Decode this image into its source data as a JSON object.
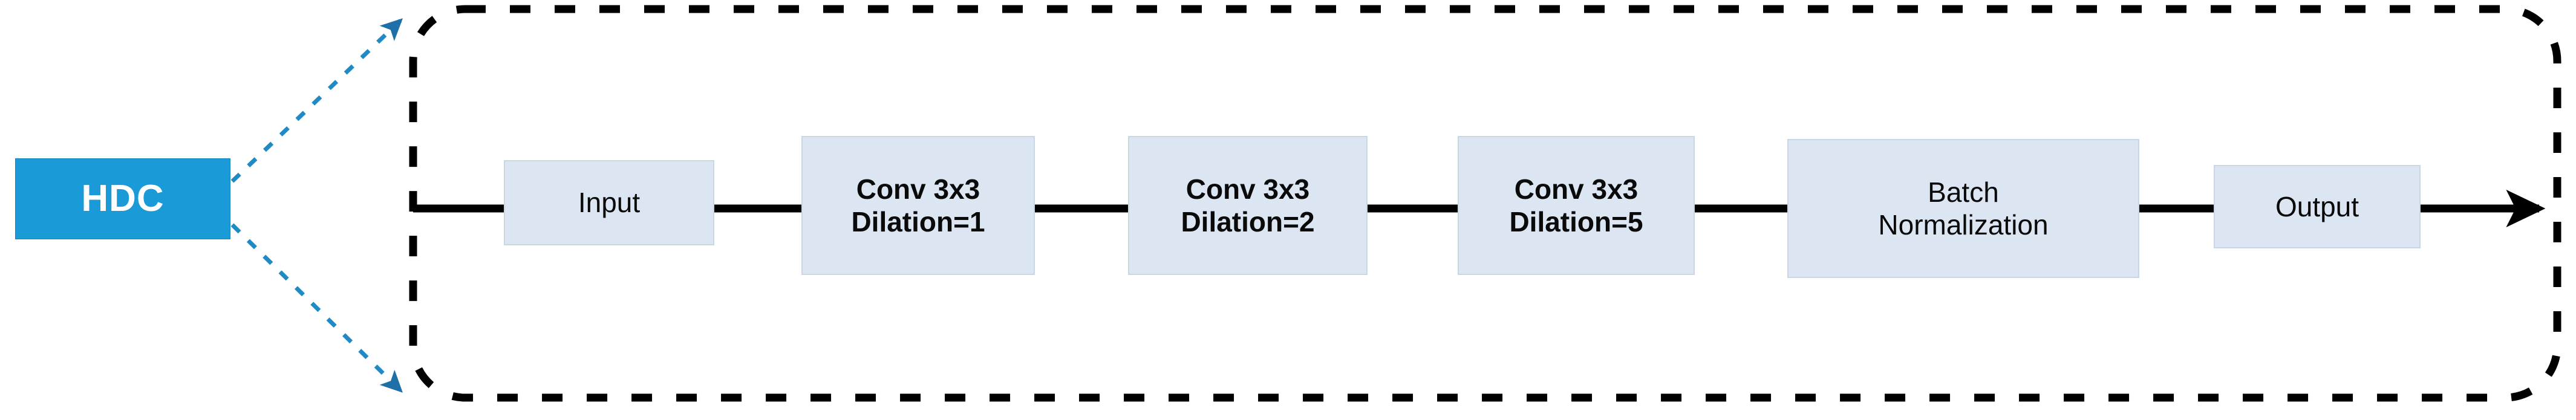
{
  "figure": {
    "title_block": {
      "label": "HDC",
      "bg_color": "#1a9ad7",
      "text_color": "#ffffff"
    },
    "container": {
      "style": "dashed-rounded-rectangle",
      "stroke_color": "#000000"
    },
    "connector_arrows": {
      "expand_arrow_color": "#1f6fa8",
      "flow_line_color": "#000000"
    },
    "pipeline": {
      "box_fill": "#dce6f3",
      "box_border": "#c9d6e8",
      "stages": [
        {
          "name": "input",
          "label": "Input",
          "weight": "regular"
        },
        {
          "name": "conv1",
          "label": "Conv 3x3\nDilation=1",
          "weight": "bold"
        },
        {
          "name": "conv2",
          "label": "Conv 3x3\nDilation=2",
          "weight": "bold"
        },
        {
          "name": "conv3",
          "label": "Conv 3x3\nDilation=5",
          "weight": "bold"
        },
        {
          "name": "batchnorm",
          "label": "Batch\nNormalization",
          "weight": "regular"
        },
        {
          "name": "output",
          "label": "Output",
          "weight": "regular"
        }
      ]
    }
  }
}
